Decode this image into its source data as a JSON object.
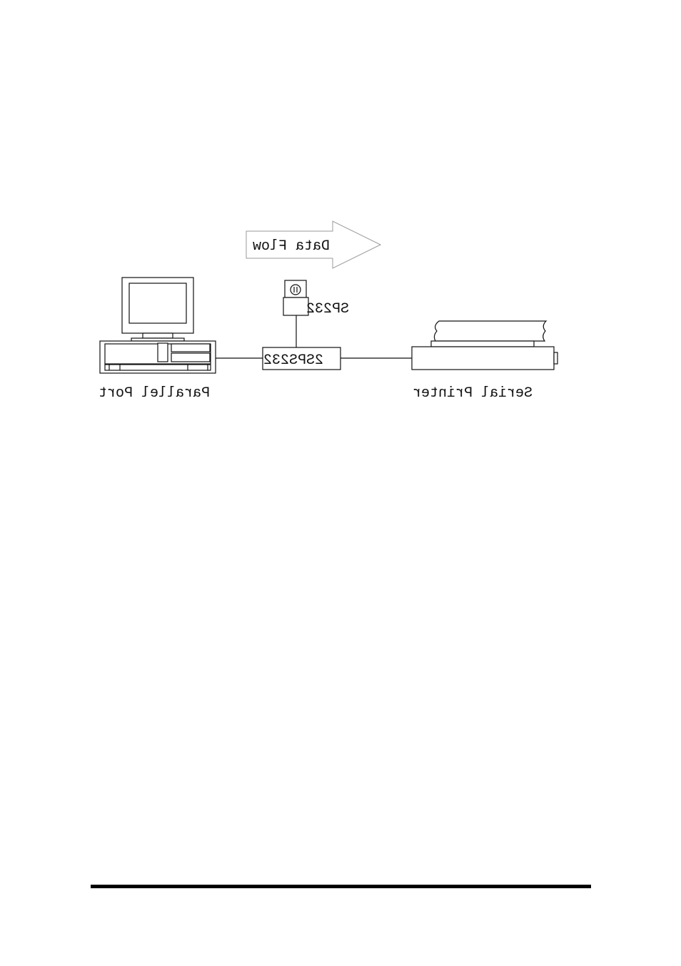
{
  "diagram": {
    "arrow_label": "Data Flow",
    "adapter_label": "SP232",
    "converter_label": "2SPS232",
    "computer_label": "Parallel Port",
    "printer_label": "Serial Printer",
    "labels_mirrored": true
  },
  "colors": {
    "stroke": "#111111",
    "arrow_stroke": "#999999",
    "background": "#ffffff",
    "rule": "#000000"
  },
  "icons": {
    "computer": "desktop-computer-icon",
    "printer": "serial-printer-icon",
    "adapter": "power-adapter-icon"
  }
}
